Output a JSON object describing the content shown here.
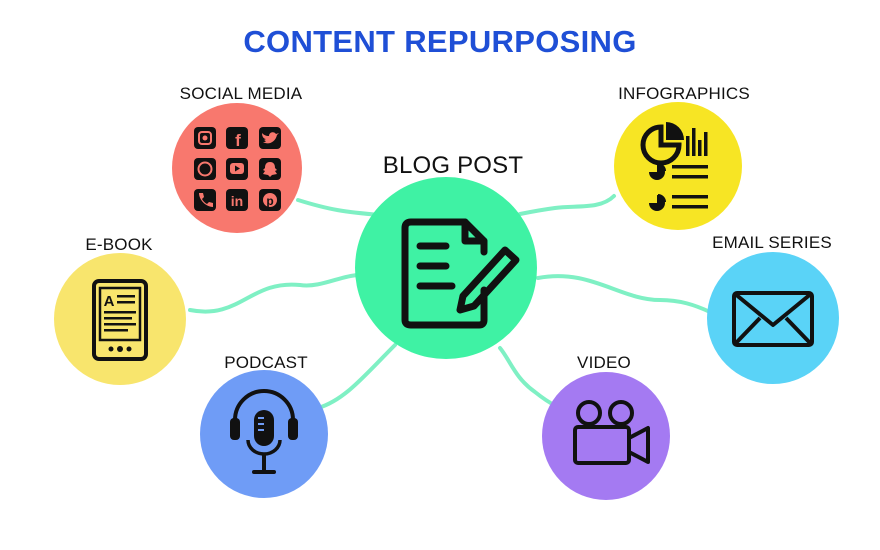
{
  "title": "CONTENT REPURPOSING",
  "colors": {
    "title": "#1f4fd6",
    "connector": "#7ff0c4",
    "center": "#3ff2a4",
    "social_media": "#f8786e",
    "infographics": "#f7e524",
    "ebook": "#f8e56d",
    "email_series": "#5ad3f7",
    "podcast": "#6f9cf6",
    "video": "#a47af2"
  },
  "center": {
    "label": "BLOG POST",
    "icon": "document-pencil-icon"
  },
  "nodes": {
    "social_media": {
      "label": "SOCIAL MEDIA",
      "icon": "social-icons-grid"
    },
    "infographics": {
      "label": "INFOGRAPHICS",
      "icon": "chart-list-icon"
    },
    "ebook": {
      "label": "E-BOOK",
      "icon": "ereader-icon"
    },
    "email_series": {
      "label": "EMAIL SERIES",
      "icon": "envelope-icon"
    },
    "podcast": {
      "label": "PODCAST",
      "icon": "headphones-microphone-icon"
    },
    "video": {
      "label": "VIDEO",
      "icon": "video-camera-icon"
    }
  }
}
